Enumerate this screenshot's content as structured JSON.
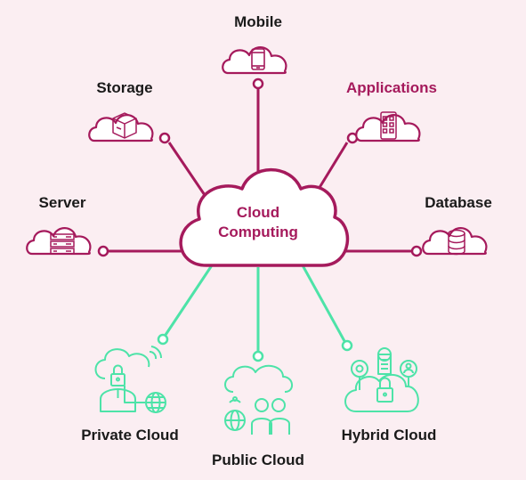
{
  "colors": {
    "background": "#fbeef2",
    "primary": "#a51a5c",
    "accent": "#4de3a8",
    "text": "#1a1a1a"
  },
  "center": {
    "line1": "Cloud",
    "line2": "Computing",
    "icon": "cloud-icon"
  },
  "nodes": {
    "mobile": {
      "label": "Mobile",
      "icon": "smartphone-icon"
    },
    "storage": {
      "label": "Storage",
      "icon": "box-icon"
    },
    "applications": {
      "label": "Applications",
      "icon": "apps-grid-icon"
    },
    "server": {
      "label": "Server",
      "icon": "server-rack-icon"
    },
    "database": {
      "label": "Database",
      "icon": "database-icon"
    },
    "private_cloud": {
      "label": "Private Cloud",
      "icon": "private-cloud-icon"
    },
    "public_cloud": {
      "label": "Public Cloud",
      "icon": "public-cloud-icon"
    },
    "hybrid_cloud": {
      "label": "Hybrid Cloud",
      "icon": "hybrid-cloud-icon"
    }
  }
}
